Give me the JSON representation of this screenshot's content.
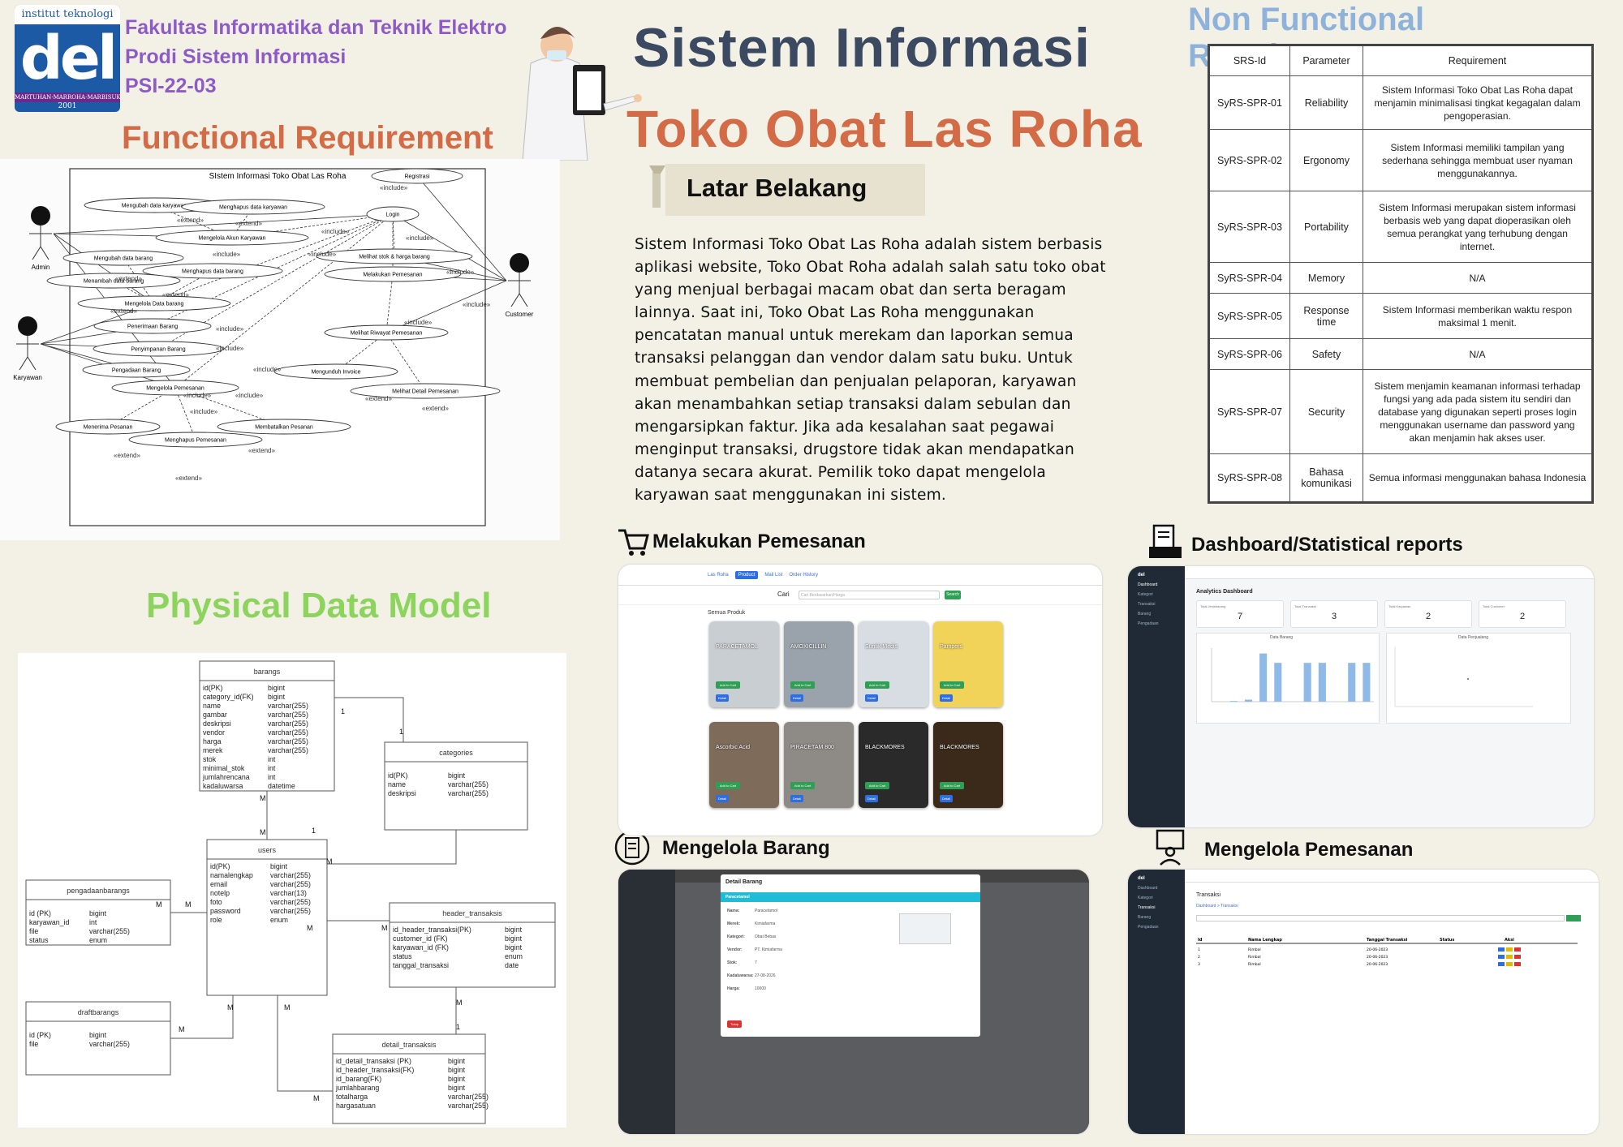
{
  "header": {
    "logo_top": "institut teknologi",
    "logo_word": "del",
    "logo_motto": "MARTUHAN·MARROHA·MARBISUK",
    "logo_year": "2001",
    "faculty": "Fakultas Informatika dan Teknik Elektro",
    "program": "Prodi Sistem Informasi",
    "group": "PSI-22-03"
  },
  "titles": {
    "line1": "Sistem Informasi",
    "line2": "Toko Obat Las Roha",
    "functional": "Functional Requirement",
    "non_functional": "Non Functional Requirement",
    "pdm": "Physical Data Model"
  },
  "background": {
    "heading": "Latar Belakang",
    "text": "Sistem Informasi Toko Obat Las Roha adalah sistem berbasis aplikasi website, Toko Obat Roha adalah salah satu toko obat yang menjual berbagai macam obat dan serta beragam lainnya. Saat ini, Toko Obat Las Roha menggunakan pencatatan manual untuk merekam dan laporkan semua transaksi pelanggan dan vendor dalam satu buku. Untuk membuat pembelian dan penjualan pelaporan, karyawan akan menambahkan setiap transaksi dalam sebulan dan mengarsipkan faktur. Jika ada kesalahan saat pegawai menginput transaksi, drugstore tidak akan mendapatkan datanya secara akurat. Pemilik toko dapat mengelola karyawan saat menggunakan ini sistem."
  },
  "nfr": {
    "headers": [
      "SRS-Id",
      "Parameter",
      "Requirement"
    ],
    "rows": [
      [
        "SyRS-SPR-01",
        "Reliability",
        "Sistem Informasi Toko Obat Las Roha dapat menjamin minimalisasi tingkat kegagalan dalam pengoperasian."
      ],
      [
        "SyRS-SPR-02",
        "Ergonomy",
        "Sistem Informasi memiliki tampilan yang sederhana sehingga membuat user nyaman menggunakannya."
      ],
      [
        "SyRS-SPR-03",
        "Portability",
        "Sistem Informasi merupakan sistem informasi berbasis web yang dapat dioperasikan oleh semua perangkat yang terhubung dengan internet."
      ],
      [
        "SyRS-SPR-04",
        "Memory",
        "N/A"
      ],
      [
        "SyRS-SPR-05",
        "Response time",
        "Sistem Informasi memberikan waktu respon maksimal 1 menit."
      ],
      [
        "SyRS-SPR-06",
        "Safety",
        "N/A"
      ],
      [
        "SyRS-SPR-07",
        "Security",
        "Sistem menjamin keamanan informasi terhadap fungsi yang ada pada sistem itu sendiri dan database yang digunakan seperti proses login menggunakan username dan password yang akan menjamin hak akses user."
      ],
      [
        "SyRS-SPR-08",
        "Bahasa komunikasi",
        "Semua informasi menggunakan bahasa Indonesia"
      ]
    ]
  },
  "usecase": {
    "title": "SIstem Informasi Toko Obat Las Roha",
    "actors": [
      "Admin",
      "Karyawan",
      "Customer"
    ],
    "cases": [
      "Registrasi",
      "Login",
      "Mengubah data karyawan",
      "Menghapus data karyawan",
      "Mengelola Akun Karyawan",
      "Mengubah data barang",
      "Menghapus data barang",
      "Menambah data barang",
      "Mengelola Data barang",
      "Penerimaan Barang",
      "Penyimpanan Barang",
      "Pengadaan Barang",
      "Mengelola Pemesanan",
      "Melihat stok & harga barang",
      "Melakukan Pemesanan",
      "Melihat Riwayat Pemesanan",
      "Mengunduh Invoice",
      "Melihat Detail Pemesanan",
      "Menerima Pesanan",
      "Menghapus Pemesanan",
      "Membatalkan Pesanan"
    ],
    "include": "«include»",
    "extend": "«extend»"
  },
  "pdm": {
    "many": "M",
    "one": "1",
    "tables": [
      {
        "name": "barangs",
        "cols": [
          [
            "id(PK)",
            "bigint"
          ],
          [
            "category_id(FK)",
            "bigint"
          ],
          [
            "name",
            "varchar(255)"
          ],
          [
            "gambar",
            "varchar(255)"
          ],
          [
            "deskripsi",
            "varchar(255)"
          ],
          [
            "vendor",
            "varchar(255)"
          ],
          [
            "harga",
            "varchar(255)"
          ],
          [
            "merek",
            "varchar(255)"
          ],
          [
            "stok",
            "int"
          ],
          [
            "minimal_stok",
            "int"
          ],
          [
            "jumlahrencana",
            "int"
          ],
          [
            "kadaluwarsa",
            "datetime"
          ]
        ]
      },
      {
        "name": "categories",
        "cols": [
          [
            "id(PK)",
            "bigint"
          ],
          [
            "name",
            "varchar(255)"
          ],
          [
            "deskripsi",
            "varchar(255)"
          ]
        ]
      },
      {
        "name": "pengadaanbarangs",
        "cols": [
          [
            "id (PK)",
            "bigint"
          ],
          [
            "karyawan_id",
            "int"
          ],
          [
            "file",
            "varchar(255)"
          ],
          [
            "status",
            "enum"
          ]
        ]
      },
      {
        "name": "users",
        "cols": [
          [
            "id(PK)",
            "bigint"
          ],
          [
            "namalengkap",
            "varchar(255)"
          ],
          [
            "email",
            "varchar(255)"
          ],
          [
            "notelp",
            "varchar(13)"
          ],
          [
            "foto",
            "varchar(255)"
          ],
          [
            "password",
            "varchar(255)"
          ],
          [
            "role",
            "enum"
          ]
        ]
      },
      {
        "name": "header_transaksis",
        "cols": [
          [
            "id_header_transaksi(PK)",
            "bigint"
          ],
          [
            "customer_id (FK)",
            "bigint"
          ],
          [
            "karyawan_id (FK)",
            "bigint"
          ],
          [
            "status",
            "enum"
          ],
          [
            "tanggal_transaksi",
            "date"
          ]
        ]
      },
      {
        "name": "draftbarangs",
        "cols": [
          [
            "id (PK)",
            "bigint"
          ],
          [
            "file",
            "varchar(255)"
          ]
        ]
      },
      {
        "name": "detail_transaksis",
        "cols": [
          [
            "id_detail_transaksi (PK)",
            "bigint"
          ],
          [
            "id_header_transaksi(FK)",
            "bigint"
          ],
          [
            "id_barang(FK)",
            "bigint"
          ],
          [
            "jumlahbarang",
            "bigint"
          ],
          [
            "totalharga",
            "varchar(255)"
          ],
          [
            "hargasatuan",
            "varchar(255)"
          ]
        ]
      }
    ]
  },
  "sections": {
    "order": "Melakukan Pemesanan",
    "dashboard": "Dashboard/Statistical reports",
    "items": "Mengelola Barang",
    "orders_manage": "Mengelola Pemesanan"
  },
  "shop": {
    "nav": [
      "Las Roha",
      "Product",
      "Mail List",
      "Order History"
    ],
    "search_label": "Cari",
    "search_placeholder": "Cari Berdasarkan/Harga",
    "search_btn": "Search",
    "all_products": "Semua Produk",
    "add": "Add to Cart",
    "detail": "Detail",
    "products": [
      "PARACETAMOL",
      "AMOXICILLIN",
      "Suntik Medis",
      "Pampers",
      "Ascorbic Acid",
      "PIRACETAM 800",
      "BLACKMORES",
      "BLACKMORES"
    ]
  },
  "dashboard": {
    "title": "Analytics Dashboard",
    "cards": [
      [
        "Total Jenisbarang",
        "7"
      ],
      [
        "Total Transaksi",
        "3"
      ],
      [
        "Total Karyawan",
        "2"
      ],
      [
        "Total Customer",
        "2"
      ]
    ],
    "chart1": "Data Barang",
    "chart2": "Data Penjualang",
    "bars": [
      0,
      0.5,
      1.5,
      36,
      29,
      0,
      29,
      29,
      0,
      29,
      29
    ],
    "menu": [
      "Dashboard",
      "Kategori",
      "Transaksi",
      "Barang",
      "Pengadaan"
    ]
  },
  "detail": {
    "modal_title": "Detail Barang",
    "item": "Paracetamol",
    "fields": [
      [
        "Nama:",
        "Paracetamol"
      ],
      [
        "Merek:",
        "Kimiafarma"
      ],
      [
        "Kategori:",
        "Obat Bebas"
      ],
      [
        "Vendor:",
        "PT. Kimiafarma"
      ],
      [
        "Stok:",
        "7"
      ],
      [
        "Kadaluwarsa:",
        "27-08-2026"
      ],
      [
        "Harga:",
        "10000"
      ]
    ],
    "close": "Tutup"
  },
  "transaksi": {
    "title": "Transaksi",
    "breadcrumb": "Dashboard > Transaksi",
    "headers": [
      "Id",
      "Nama Lengkap",
      "Tanggal Transaksi",
      "Status",
      "Aksi"
    ],
    "rows": [
      [
        "1",
        "Rimbal",
        "20-06-2023"
      ],
      [
        "2",
        "Rimbal",
        "20-06-2023"
      ],
      [
        "3",
        "Rimbal",
        "20-06-2023"
      ]
    ]
  }
}
